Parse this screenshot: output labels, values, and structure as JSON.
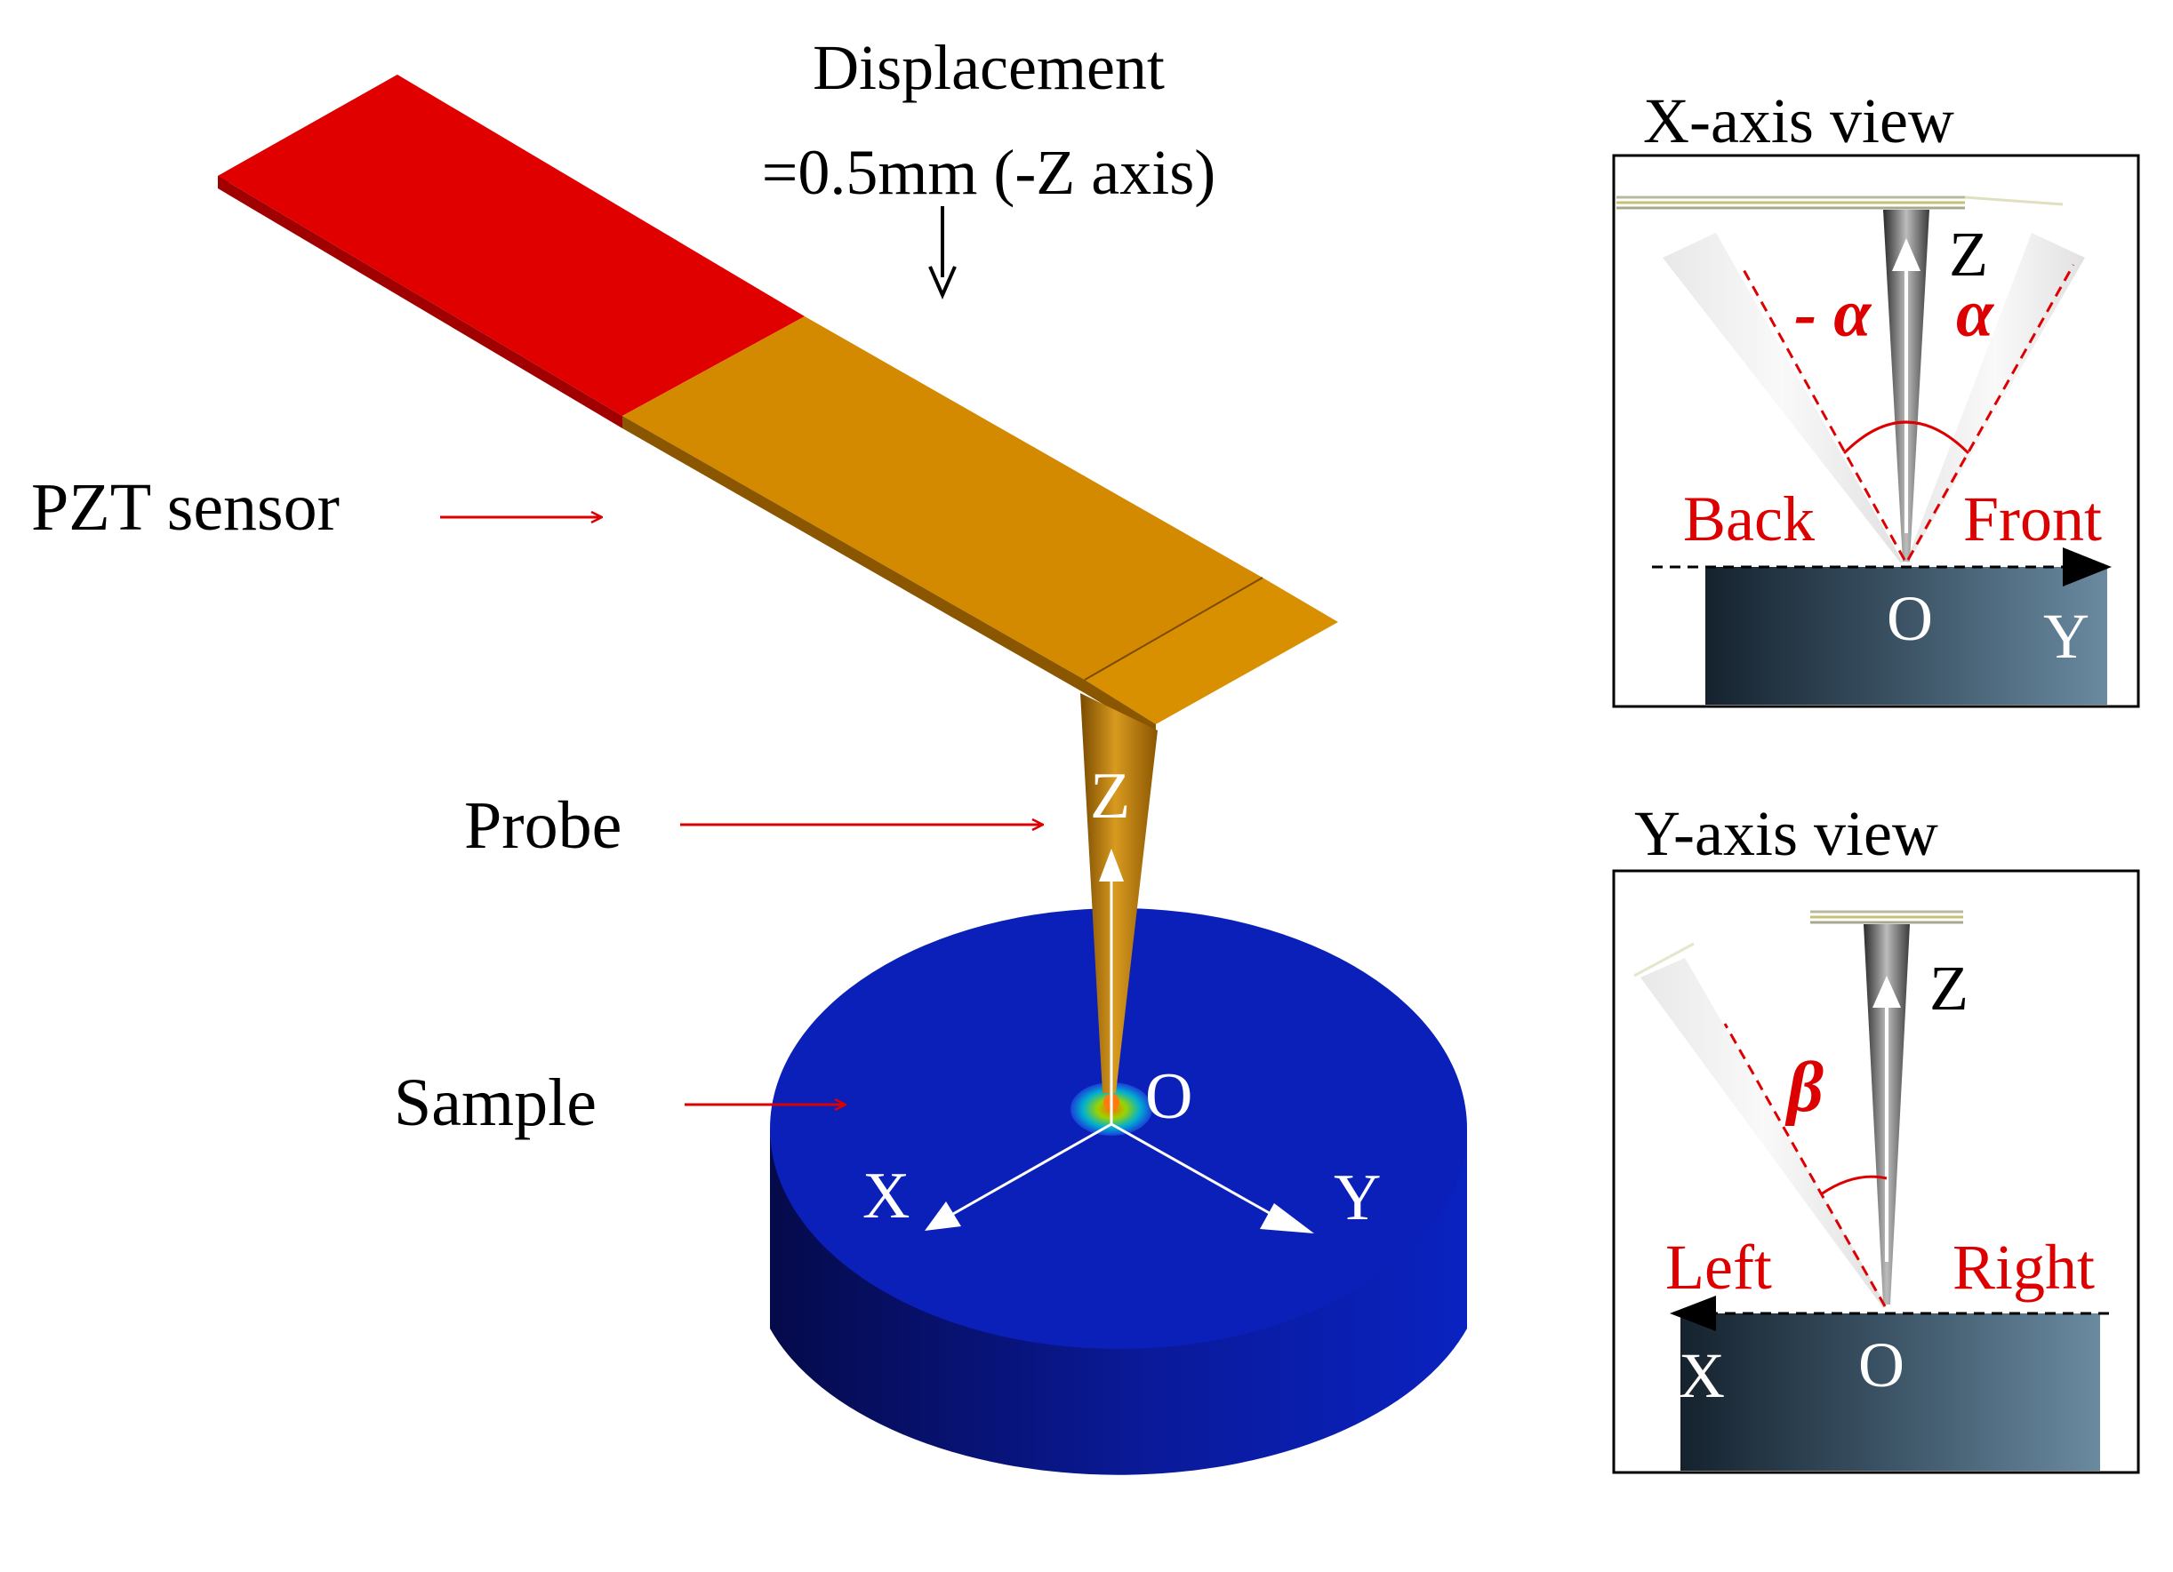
{
  "main_view": {
    "displacement_title": "Displacement",
    "displacement_value": "=0.5mm (-Z axis)",
    "label_pzt": "PZT sensor",
    "label_probe": "Probe",
    "label_sample": "Sample",
    "axis_z": "Z",
    "axis_x": "X",
    "axis_y": "Y",
    "origin": "O"
  },
  "x_axis_view": {
    "title": "X-axis view",
    "axis_z": "Z",
    "angle_neg": "- α",
    "angle_pos": "α",
    "label_back": "Back",
    "label_front": "Front",
    "origin": "O",
    "axis_y": "Y"
  },
  "y_axis_view": {
    "title": "Y-axis view",
    "axis_z": "Z",
    "angle": "β",
    "label_left": "Left",
    "label_right": "Right",
    "origin": "O",
    "axis_x": "X"
  },
  "colors": {
    "pzt_red": "#e00000",
    "pzt_orange": "#d48a00",
    "sample_blue": "#0a1fb5",
    "annotation_red": "#dd0000"
  }
}
